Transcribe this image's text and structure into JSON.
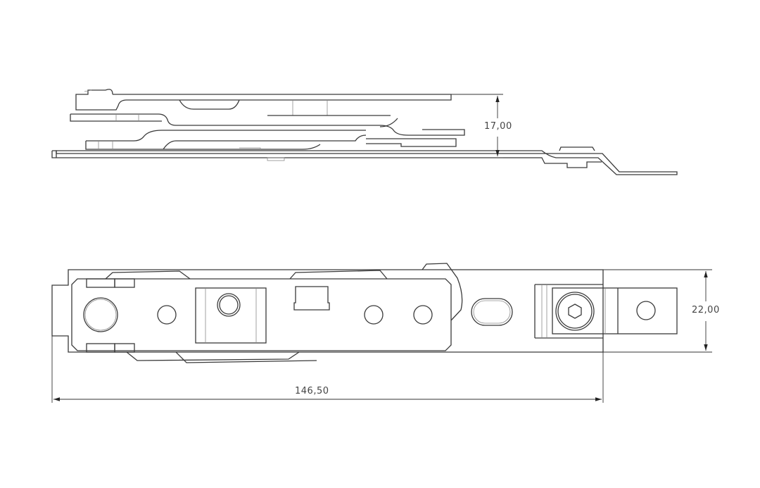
{
  "drawing": {
    "views": [
      "side-view",
      "top-view"
    ],
    "dimensions": {
      "height_label": "17,00",
      "width_label": "22,00",
      "length_label": "146,50"
    },
    "line_color": "#3a3a3a"
  }
}
